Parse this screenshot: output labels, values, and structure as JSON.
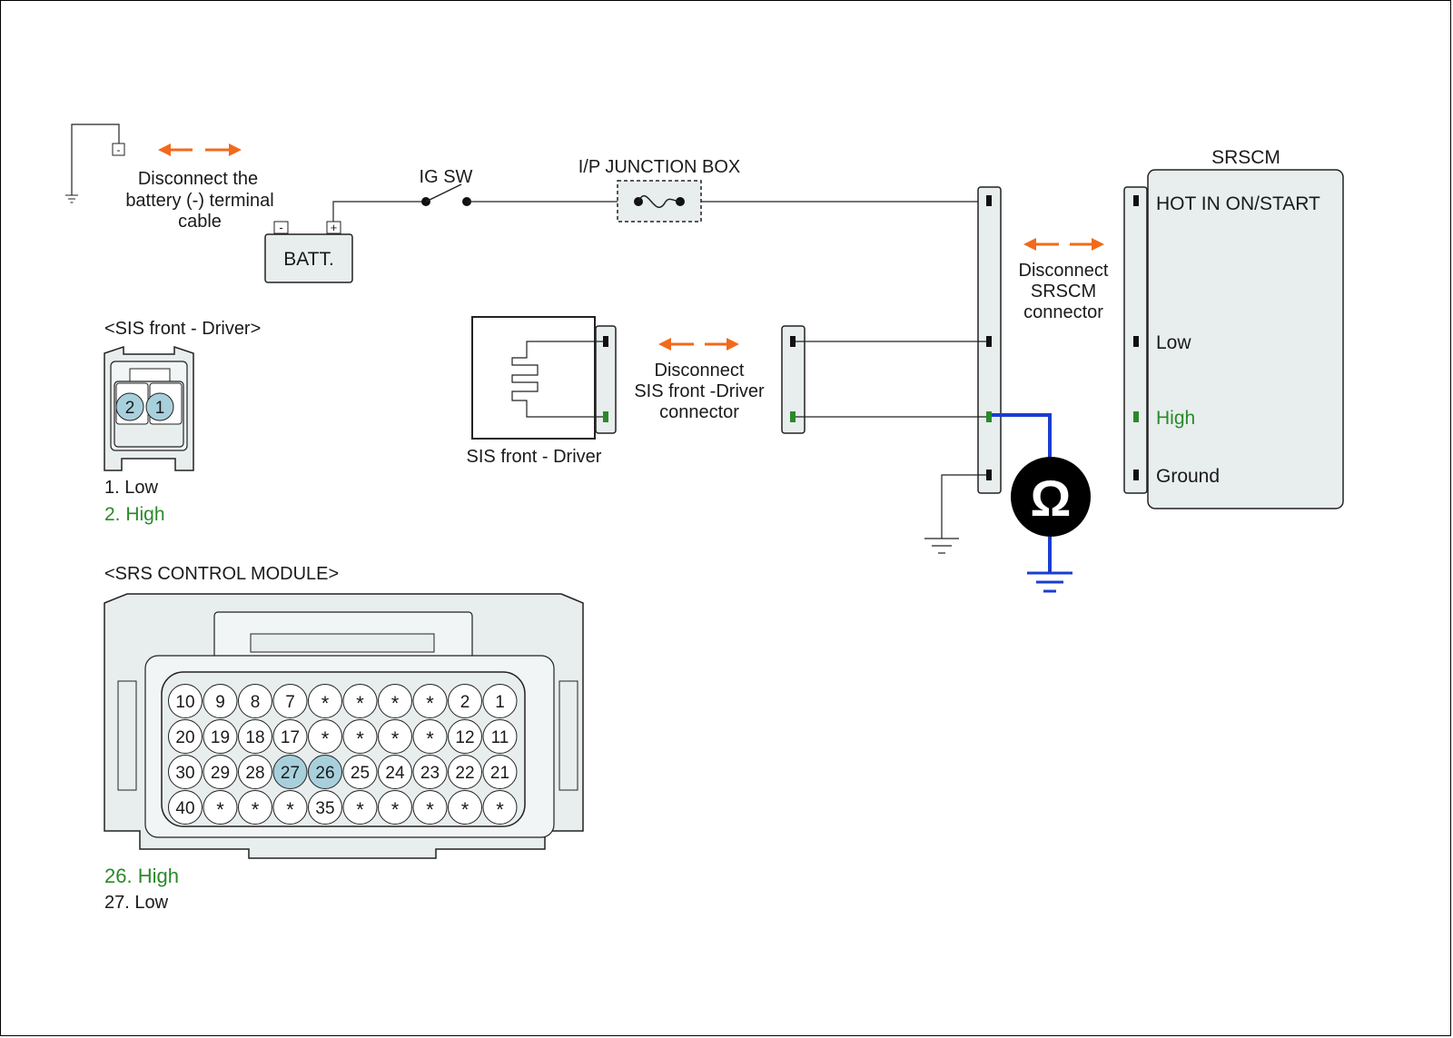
{
  "colors": {
    "arrow": "#f26a1b",
    "high": "#2a8a2a",
    "meter_probe": "#1a3ecf",
    "highlight_pin": "#a8d0dc",
    "connector_fill": "#e8edee"
  },
  "icons": [
    "ground-icon",
    "ohmmeter-icon",
    "double-arrow-icon",
    "fuse-icon",
    "switch-icon"
  ],
  "battery": {
    "label": "BATT.",
    "neg": "-",
    "pos": "+",
    "disconnect_line1": "Disconnect the",
    "disconnect_line2": "battery (-) terminal",
    "disconnect_line3": "cable",
    "terminal_neg": "-"
  },
  "ig_sw": {
    "label": "IG SW"
  },
  "junction": {
    "label": "I/P JUNCTION BOX"
  },
  "srscm": {
    "title": "SRSCM",
    "pins": [
      "HOT IN ON/START",
      "Low",
      "High",
      "Ground"
    ],
    "disconnect_line1": "Disconnect",
    "disconnect_line2": "SRSCM",
    "disconnect_line3": "connector"
  },
  "sis": {
    "label": "SIS front - Driver",
    "disconnect_line1": "Disconnect",
    "disconnect_line2": "SIS front -Driver",
    "disconnect_line3": "connector"
  },
  "sis_connector": {
    "title": "<SIS front - Driver>",
    "pins": [
      "2",
      "1"
    ],
    "legend_low": "1. Low",
    "legend_high": "2. High"
  },
  "srs_module": {
    "title": "<SRS CONTROL MODULE>",
    "rows": [
      [
        "10",
        "9",
        "8",
        "7",
        "*",
        "*",
        "*",
        "*",
        "2",
        "1"
      ],
      [
        "20",
        "19",
        "18",
        "17",
        "*",
        "*",
        "*",
        "*",
        "12",
        "11"
      ],
      [
        "30",
        "29",
        "28",
        "27",
        "26",
        "25",
        "24",
        "23",
        "22",
        "21"
      ],
      [
        "40",
        "*",
        "*",
        "*",
        "35",
        "*",
        "*",
        "*",
        "*",
        "*"
      ]
    ],
    "highlighted": [
      "27",
      "26"
    ],
    "legend_high": "26. High",
    "legend_low": "27. Low"
  },
  "meter": {
    "symbol": "Ω"
  }
}
